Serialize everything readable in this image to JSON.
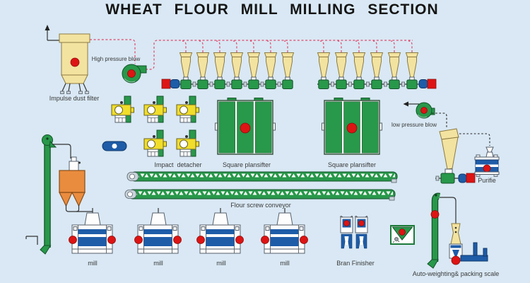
{
  "title": "WHEAT FLOUR MILL MILLING SECTION",
  "labels": {
    "impulse_dust_filter": "Impulse dust filter",
    "high_pressure_blow": "High pressure blow",
    "impact_detacher": "Impact  detacher",
    "square_plansifter": "Square plansifter",
    "flour_screw_conveyor": "Flour screw conveyor",
    "mill": "mill",
    "bran_finisher": "Bran Finisher",
    "low_pressure_blow": "low pressure blow",
    "purifier": "Purifie",
    "packing_scale": "Auto-weighting& packing scale"
  },
  "equipment": {
    "cyclone_battery_left": {
      "cyclone_count": 7
    },
    "cyclone_battery_right": {
      "cyclone_count": 6
    },
    "impact_detacher_count": 5,
    "plansifter_count": 2,
    "plansifter_sections": 3,
    "screw_conveyor_count": 2,
    "mill_count": 4,
    "bran_finisher_units": 2
  },
  "colors": {
    "background": "#d9e8f4",
    "equipment_green": "#28984a",
    "equipment_yellow": "#f3e3a0",
    "equipment_blue": "#1e5ca8",
    "accent_red": "#dd1414",
    "hopper_orange": "#ea8c3e",
    "detacher_yellow": "#f1dd2b",
    "airflow_line_pink": "#e0476b"
  }
}
